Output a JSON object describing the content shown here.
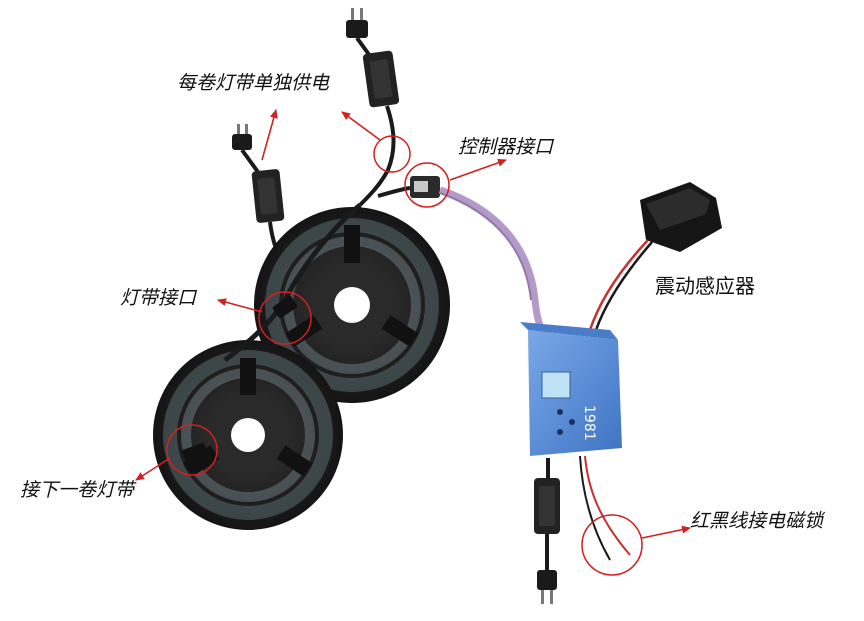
{
  "labels": {
    "power_each_roll": "每卷灯带单独供电",
    "controller_port": "控制器接口",
    "strip_port": "灯带接口",
    "vibration_sensor": "震动感应器",
    "next_roll": "接下一卷灯带",
    "red_black_wire": "红黑线接电磁锁"
  },
  "colors": {
    "arrow": "#d42020",
    "circle": "#d42020",
    "reel": "#1e1e1e",
    "controller": "#5b8fd6",
    "cable_purple": "#b49ac8",
    "wire_red": "#c83030"
  },
  "icons": [
    "plug-icon",
    "power-adapter-icon",
    "led-reel-icon",
    "controller-box-icon",
    "vibration-sensor-icon",
    "connector-icon"
  ]
}
